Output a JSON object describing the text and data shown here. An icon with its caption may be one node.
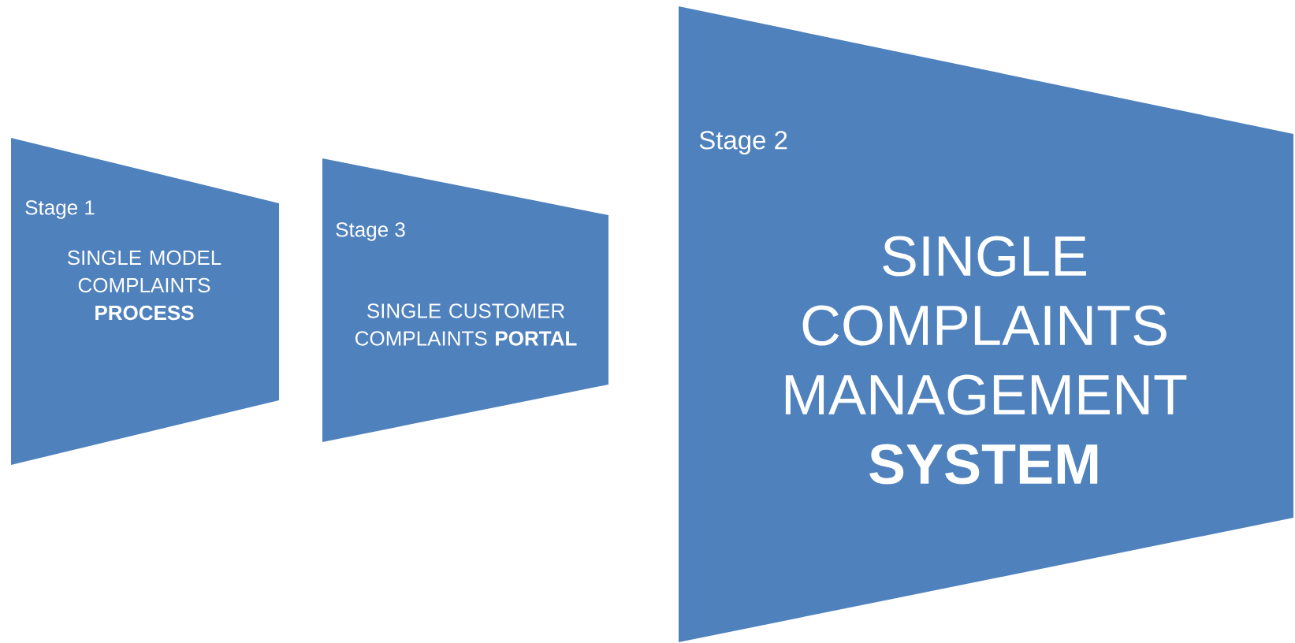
{
  "diagram": {
    "nodes": [
      {
        "text": [
          "Stage 1",
          "SINGLE MODEL COMPLAINTS **PROCESS**"
        ]
      },
      {
        "text": [
          "Stage 3",
          "SINGLE CUSTOMER COMPLAINTS **PORTAL**"
        ]
      },
      {
        "text": [
          "Stage 2",
          "SINGLE COMPLAINTS MANAGEMENT **SYSTEM**"
        ]
      }
    ]
  }
}
